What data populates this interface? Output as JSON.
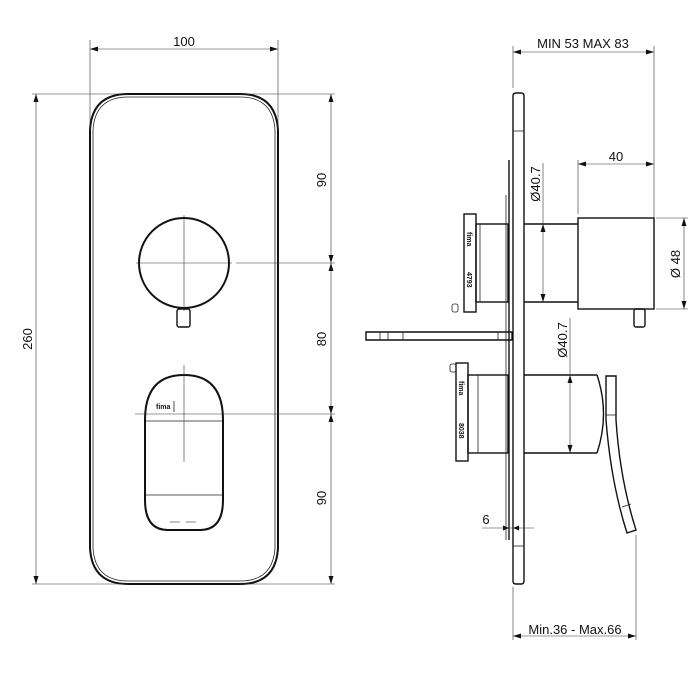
{
  "drawing": {
    "type": "technical-dimension-drawing",
    "subject": "concealed shower mixer with plate",
    "front_view": {
      "width_label": "100",
      "height_label": "260",
      "spacing_labels": [
        "90",
        "80",
        "90"
      ],
      "brand_mark": "fima"
    },
    "side_view": {
      "depth_label": "MIN 53 MAX 83",
      "knob_length_label": "40",
      "knob_diameter_label": "Ø 48",
      "upper_body_diameter_label": "Ø40.7",
      "lower_body_diameter_label": "Ø40.7",
      "plate_thickness_label": "6",
      "lever_depth_label": "Min.36 - Max.66",
      "cartridge_markings": [
        "fima",
        "4793",
        "fima",
        "8038"
      ]
    }
  }
}
